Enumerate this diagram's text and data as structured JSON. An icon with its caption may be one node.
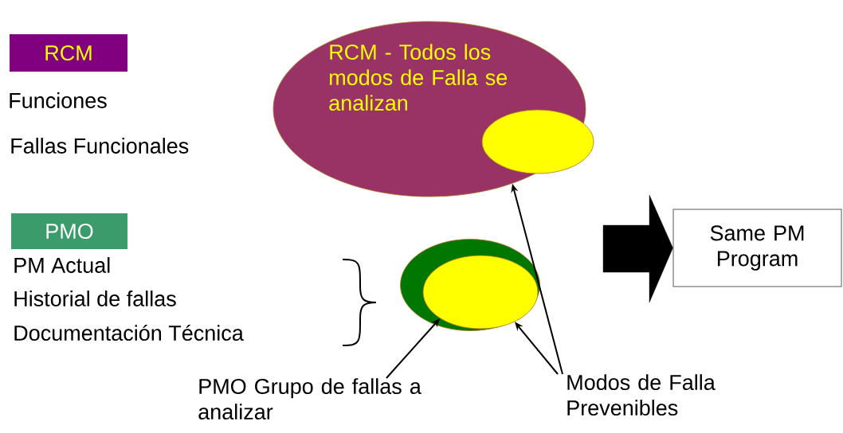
{
  "diagram": {
    "nodes": [
      {
        "text": [
          "RCM"
        ]
      },
      {
        "text": [
          "PMO"
        ]
      },
      {
        "text": [
          "RCM  - Todos los modos de Falla se analizan"
        ]
      },
      {
        "text": [],
        "shape": "ellipse",
        "in": 2
      },
      {
        "text": [],
        "shape": "ellipse"
      },
      {
        "text": [],
        "shape": "ellipse",
        "in": 4
      },
      {
        "text": [
          "PMO Grupo de fallas a analizar"
        ]
      },
      {
        "text": [
          "Modos de Falla Prevenibles"
        ]
      },
      {
        "text": [
          "Same PM Program"
        ]
      }
    ],
    "edges": [
      {
        "from": 6,
        "to": 5,
        "arrow": "to"
      },
      {
        "from": 7,
        "to": 5,
        "arrow": "to"
      },
      {
        "from": 7,
        "to": 2,
        "arrow": "to"
      },
      {
        "from": null,
        "to": 8,
        "arrow": "to",
        "style": "thick"
      }
    ],
    "labels": [
      "Funciones",
      "Fallas Funcionales",
      "PM Actual",
      "Historial de fallas",
      "Documentación Técnica"
    ]
  }
}
